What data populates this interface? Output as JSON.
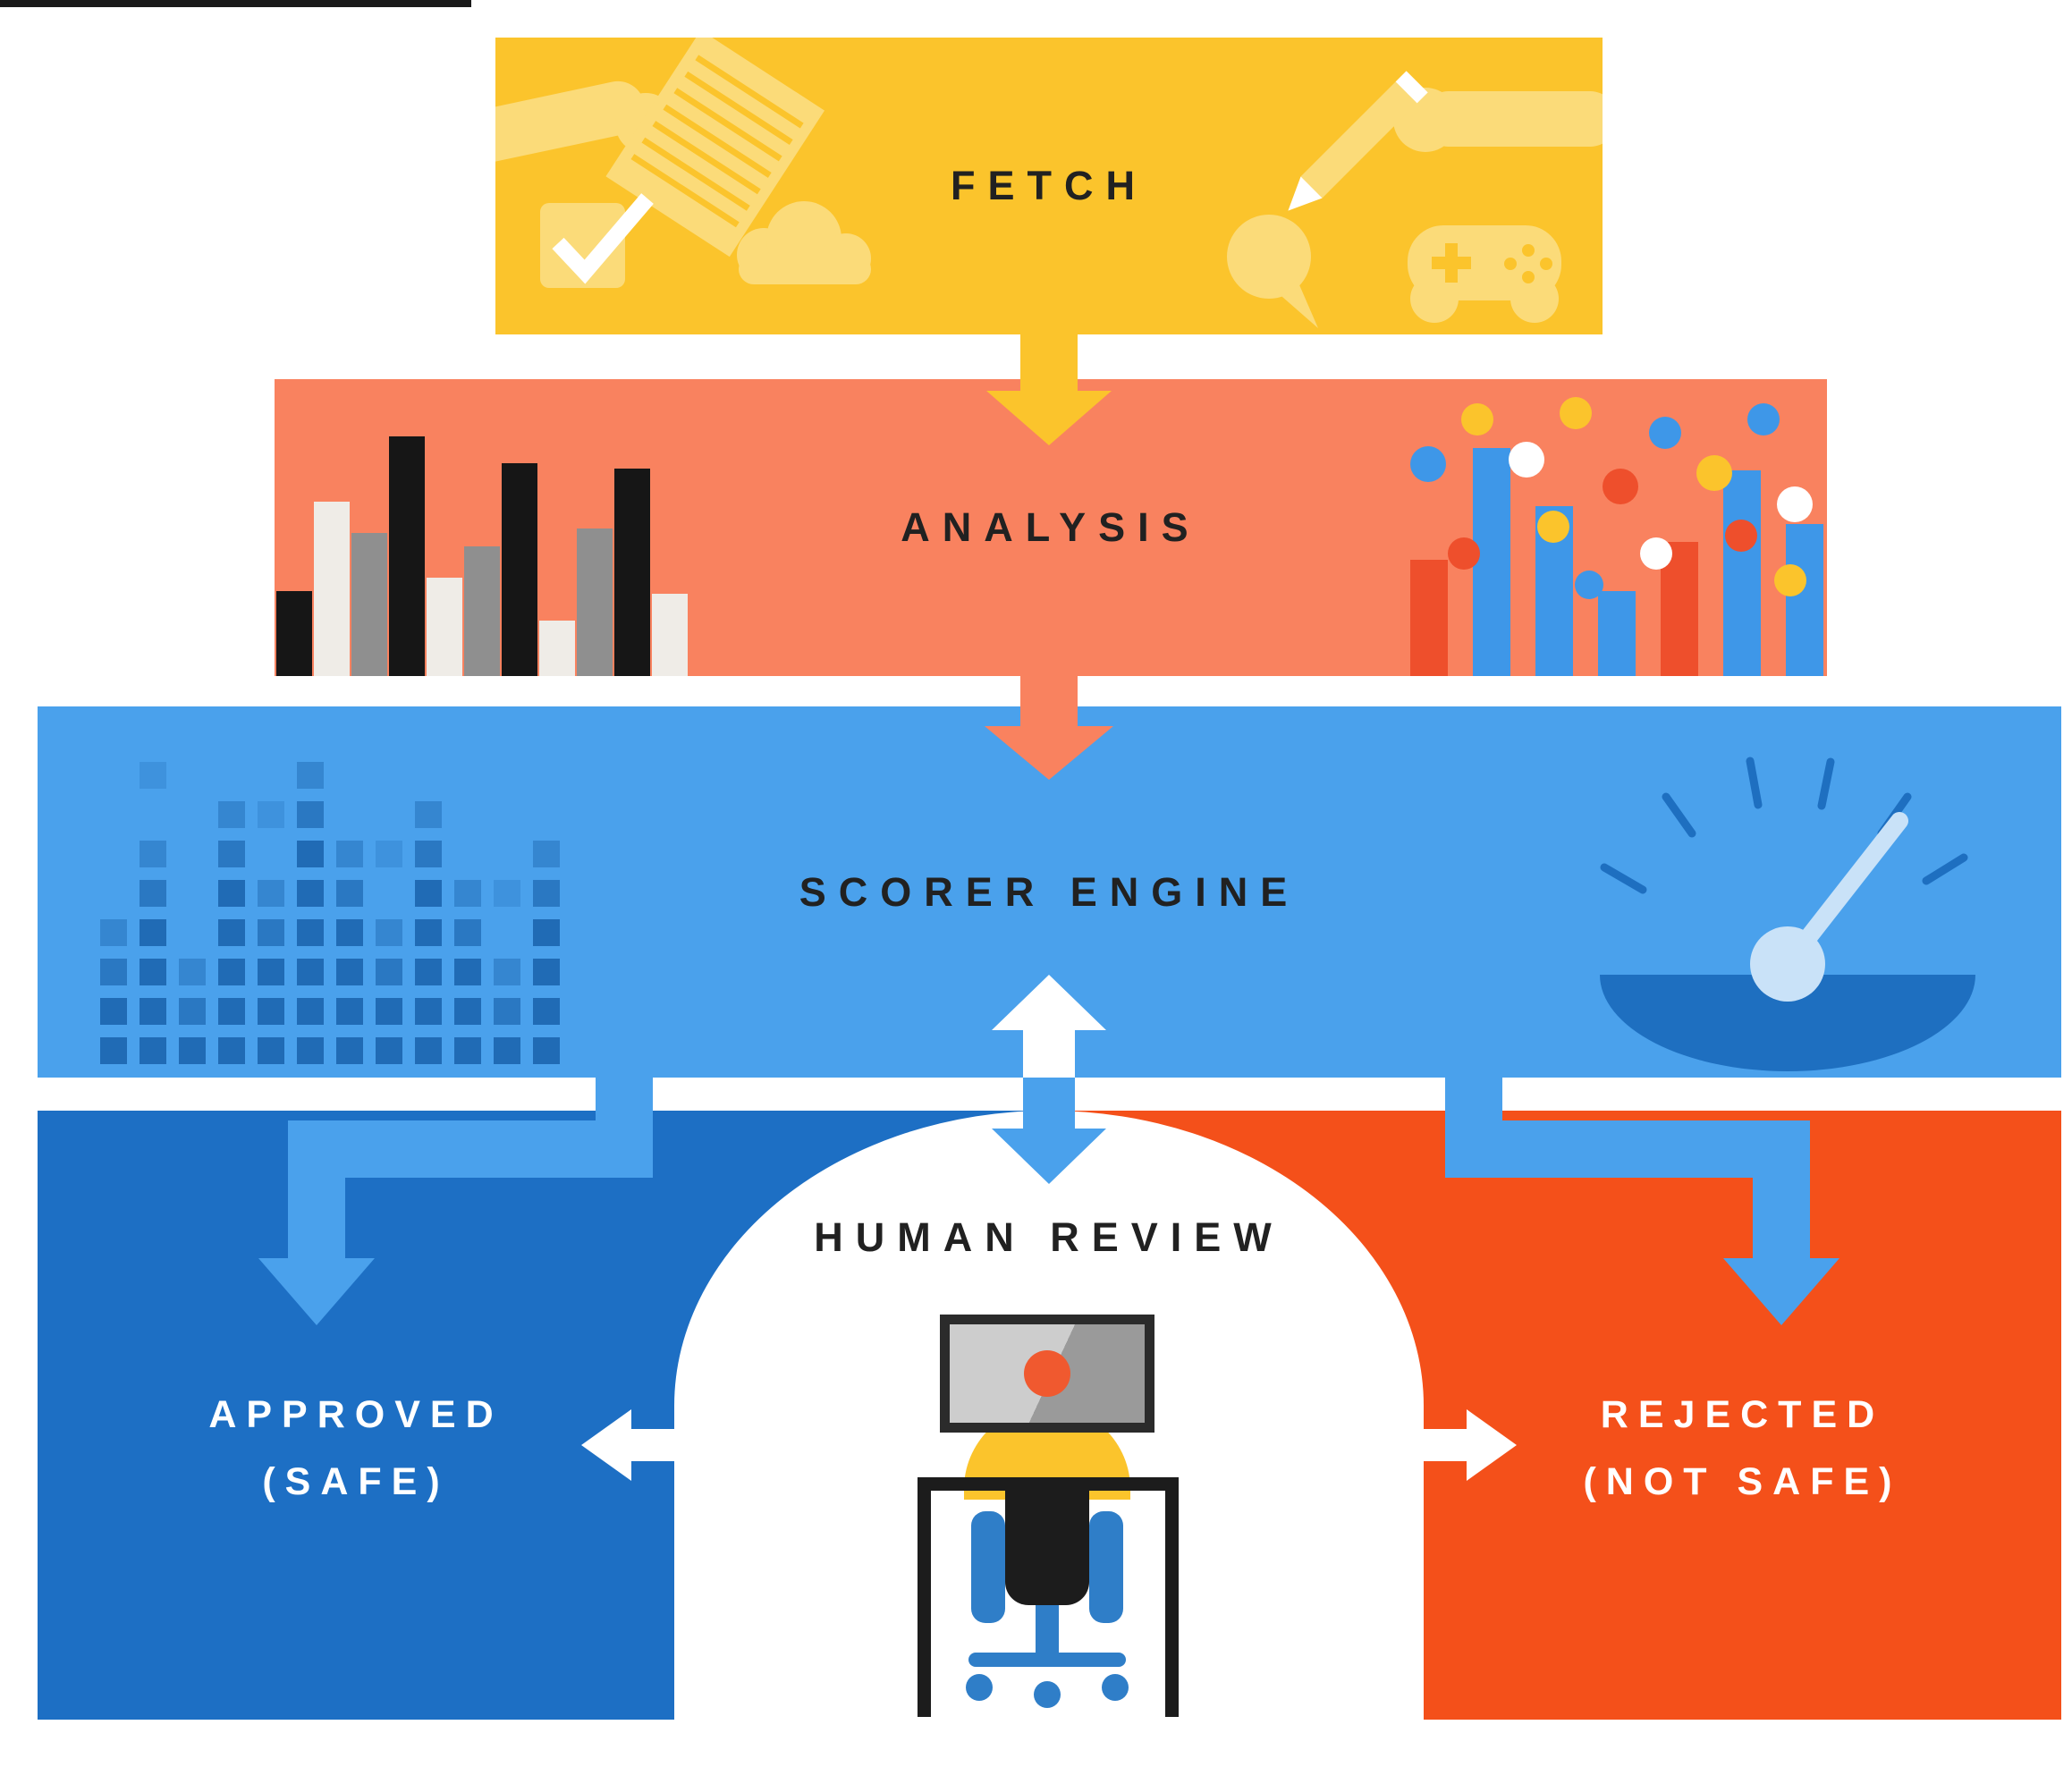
{
  "diagram": {
    "stages": {
      "fetch": {
        "label": "FETCH"
      },
      "analysis": {
        "label": "ANALYSIS"
      },
      "scorer_engine": {
        "label": "SCORER ENGINE"
      },
      "human_review": {
        "label": "HUMAN REVIEW"
      },
      "approved": {
        "line1": "APPROVED",
        "line2": "(SAFE)"
      },
      "rejected": {
        "line1": "REJECTED",
        "line2": "(NOT SAFE)"
      }
    },
    "flow": [
      "FETCH -> ANALYSIS",
      "ANALYSIS -> SCORER ENGINE",
      "SCORER ENGINE <-> HUMAN REVIEW",
      "SCORER ENGINE -> APPROVED (SAFE)",
      "SCORER ENGINE -> REJECTED (NOT SAFE)",
      "HUMAN REVIEW -> APPROVED (SAFE)",
      "HUMAN REVIEW -> REJECTED (NOT SAFE)"
    ],
    "icons": {
      "fetch": [
        "hand-holding-list-icon",
        "checkbox-icon",
        "cloud-icon",
        "hand-writing-pencil-icon",
        "speech-bubble-icon",
        "game-controller-icon"
      ],
      "analysis": [
        "grayscale-bar-chart-icon",
        "colored-bar-chart-with-dots-icon"
      ],
      "scorer_engine": [
        "pixel-equalizer-icon",
        "gauge-meter-icon"
      ],
      "human_review": [
        "person-at-monitor-icon"
      ]
    },
    "colors": {
      "background": "#FFFFFF",
      "fetch_band": "#FBC42C",
      "fetch_icons": "#FBDB79",
      "analysis_band": "#F9825F",
      "scorer_band": "#4AA1EC",
      "approved_block": "#1D6FC4",
      "rejected_block": "#F4501A",
      "pipe_arrows": "#4AA1EC",
      "label_dark": "#212121",
      "label_light": "#FFFFFF"
    },
    "decor": {
      "equalizer_columns": [
        4,
        6,
        3,
        7,
        5,
        8,
        6,
        4,
        7,
        5,
        3,
        6
      ]
    }
  }
}
